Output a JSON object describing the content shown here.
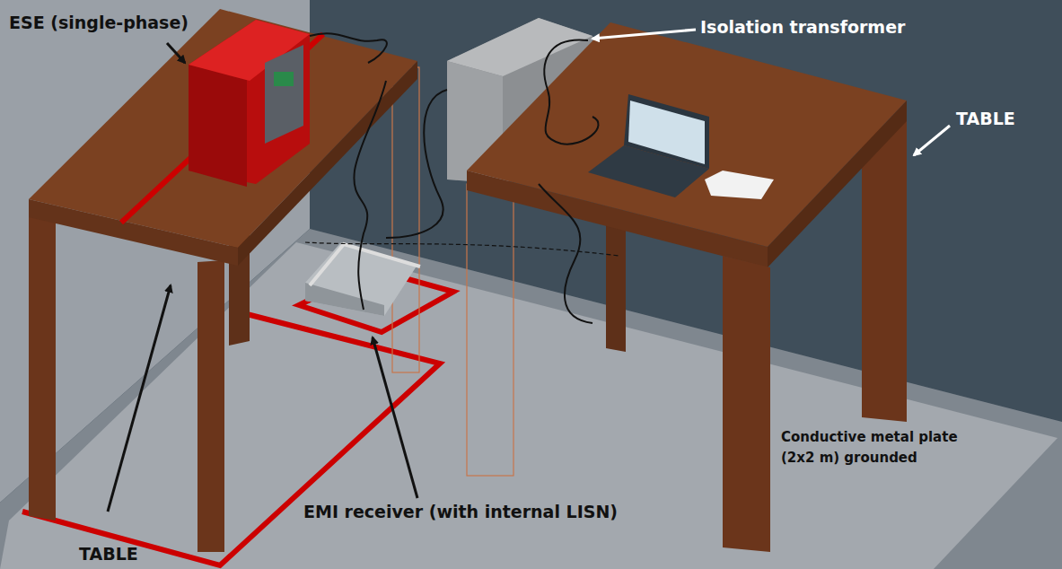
{
  "diagram": {
    "labels": [
      "ESE (single-phase)",
      "Isolation transformer",
      "TABLE",
      "Conductive metal plate (2x2 m) grounded",
      "EMI receiver (with internal LISN)",
      "TABLE"
    ]
  }
}
